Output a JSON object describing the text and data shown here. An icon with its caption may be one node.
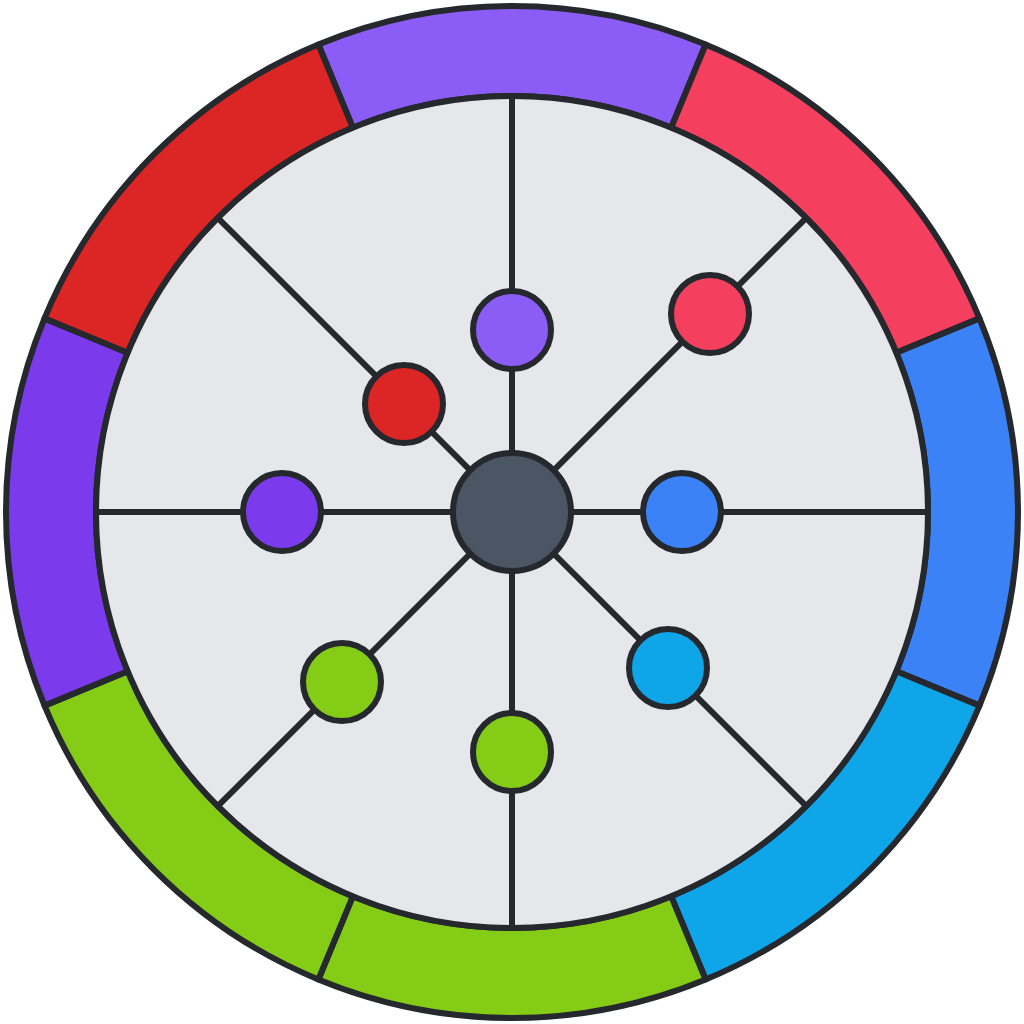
{
  "diagram": {
    "nodes": [
      {
        "text": [],
        "shape": "circle"
      },
      {
        "text": [],
        "shape": "circle"
      },
      {
        "text": [],
        "shape": "circle"
      },
      {
        "text": [],
        "shape": "circle"
      },
      {
        "text": [],
        "shape": "circle"
      },
      {
        "text": [],
        "shape": "circle"
      },
      {
        "text": [],
        "shape": "circle"
      },
      {
        "text": [],
        "shape": "circle"
      },
      {
        "text": [],
        "shape": "circle"
      }
    ],
    "edges": [
      {
        "from": 4,
        "to": 0,
        "arrow": "none"
      },
      {
        "from": 4,
        "to": 1,
        "arrow": "none"
      },
      {
        "from": 4,
        "to": 2,
        "arrow": "none"
      },
      {
        "from": 4,
        "to": 3,
        "arrow": "none"
      },
      {
        "from": 4,
        "to": 5,
        "arrow": "none"
      },
      {
        "from": 4,
        "to": 6,
        "arrow": "none"
      },
      {
        "from": 4,
        "to": 7,
        "arrow": "none"
      },
      {
        "from": 4,
        "to": 8,
        "arrow": "none"
      }
    ]
  }
}
